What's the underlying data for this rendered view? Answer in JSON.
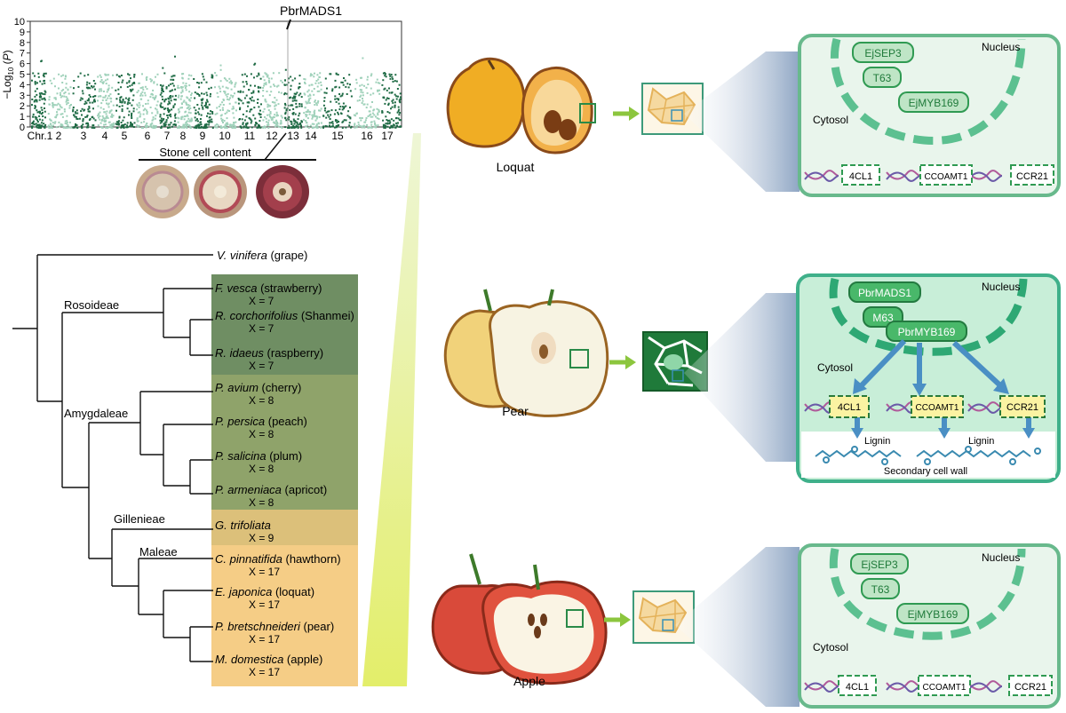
{
  "manhattan": {
    "title_marker": "PbrMADS1",
    "y_ticks": [
      "0",
      "1",
      "2",
      "3",
      "4",
      "5",
      "6",
      "7",
      "8",
      "9",
      "10"
    ],
    "chromosomes": [
      "Chr.1",
      "2",
      "3",
      "4",
      "5",
      "6",
      "7",
      "8",
      "9",
      "10",
      "11",
      "12",
      "13",
      "14",
      "15",
      "16",
      "17"
    ],
    "caption": "Stone cell content",
    "colors": {
      "dark": "#1f6b45",
      "light": "#9fd1ba"
    }
  },
  "tree": {
    "subfamilies": {
      "rosoideae": "Rosoideae",
      "amygdaleae": "Amygdaleae",
      "gillenieae": "Gillenieae",
      "maleae": "Maleae"
    },
    "outgroup": {
      "genus": "V. vinifera",
      "common": "(grape)"
    },
    "taxa": [
      {
        "genus": "F. vesca",
        "common": "(strawberry)",
        "chrom": "X = 7"
      },
      {
        "genus": "R. corchorifolius",
        "common": "(Shanmei)",
        "chrom": "X = 7"
      },
      {
        "genus": "R. idaeus",
        "common": "(raspberry)",
        "chrom": "X = 7"
      },
      {
        "genus": "P. avium",
        "common": "(cherry)",
        "chrom": "X = 8"
      },
      {
        "genus": "P. persica",
        "common": "(peach)",
        "chrom": "X = 8"
      },
      {
        "genus": "P. salicina",
        "common": "(plum)",
        "chrom": "X = 8"
      },
      {
        "genus": "P. armeniaca",
        "common": "(apricot)",
        "chrom": "X = 8"
      },
      {
        "genus": "G. trifoliata",
        "common": "",
        "chrom": "X = 9"
      },
      {
        "genus": "C. pinnatifida",
        "common": "(hawthorn)",
        "chrom": "X = 17"
      },
      {
        "genus": "E. japonica",
        "common": "(loquat)",
        "chrom": "X = 17"
      },
      {
        "genus": "P. bretschneideri",
        "common": "(pear)",
        "chrom": "X = 17"
      },
      {
        "genus": "M. domestica",
        "common": "(apple)",
        "chrom": "X = 17"
      }
    ]
  },
  "fruits": {
    "loquat": "Loquat",
    "pear": "Pear",
    "apple": "Apple"
  },
  "cells": {
    "loquat": {
      "nucleus": "Nucleus",
      "cytosol": "Cytosol",
      "tf1": "EjSEP3",
      "tf2": "T63",
      "tf3": "EjMYB169",
      "genes": [
        "4CL1",
        "CCOAMT1",
        "CCR21"
      ]
    },
    "pear": {
      "nucleus": "Nucleus",
      "cytosol": "Cytosol",
      "tf1": "PbrMADS1",
      "tf2": "M63",
      "tf3": "PbrMYB169",
      "genes": [
        "4CL1",
        "CCOAMT1",
        "CCR21"
      ],
      "lignin": "Lignin",
      "wall": "Secondary cell wall"
    },
    "apple": {
      "nucleus": "Nucleus",
      "cytosol": "Cytosol",
      "tf1": "EjSEP3",
      "tf2": "T63",
      "tf3": "EjMYB169",
      "genes": [
        "4CL1",
        "CCOAMT1",
        "CCR21"
      ]
    }
  }
}
